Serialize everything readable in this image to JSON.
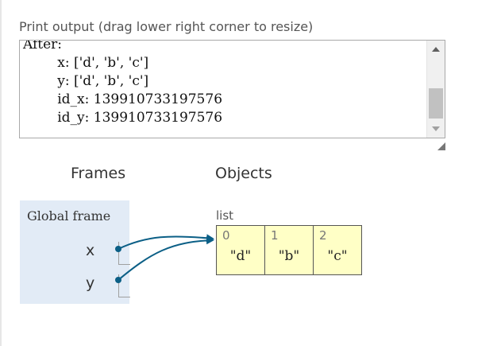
{
  "print_output": {
    "label": "Print output (drag lower right corner to resize)",
    "lines": [
      "After:",
      "        x: ['d', 'b', 'c']",
      "        y: ['d', 'b', 'c']",
      "        id_x: 139910733197576",
      "        id_y: 139910733197576"
    ]
  },
  "frames": {
    "heading": "Frames",
    "global_frame": {
      "title": "Global frame",
      "variables": [
        {
          "name": "x"
        },
        {
          "name": "y"
        }
      ]
    }
  },
  "objects": {
    "heading": "Objects",
    "list": {
      "label": "list",
      "items": [
        {
          "index": "0",
          "value": "\"d\""
        },
        {
          "index": "1",
          "value": "\"b\""
        },
        {
          "index": "2",
          "value": "\"c\""
        }
      ]
    }
  },
  "colors": {
    "arrow": "#0b5f86",
    "frame_bg": "#e2ebf6",
    "list_bg": "#ffffc6"
  }
}
